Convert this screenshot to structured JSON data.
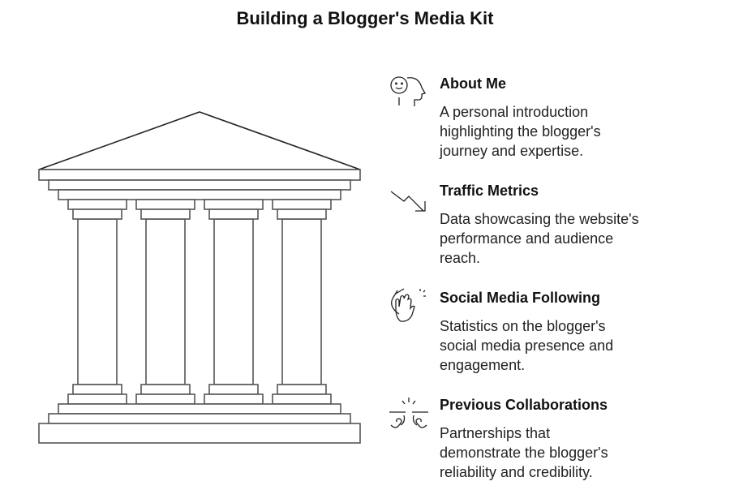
{
  "title": "Building a Blogger's Media Kit",
  "items": [
    {
      "title": "About Me",
      "description": "A personal introduction highlighting the blogger's journey and expertise.",
      "icon": "person-smiling-icon"
    },
    {
      "title": "Traffic Metrics",
      "description": "Data showcasing the website's performance and audience reach.",
      "icon": "trend-down-arrow-icon"
    },
    {
      "title": "Social Media Following",
      "description": "Statistics on the blogger's social media presence and engagement.",
      "icon": "clapping-hands-icon"
    },
    {
      "title": "Previous Collaborations",
      "description": "Partnerships that demonstrate the blogger's reliability and credibility.",
      "icon": "collaboration-icon"
    }
  ],
  "colors": {
    "stroke": "#666666",
    "text": "#111111"
  }
}
